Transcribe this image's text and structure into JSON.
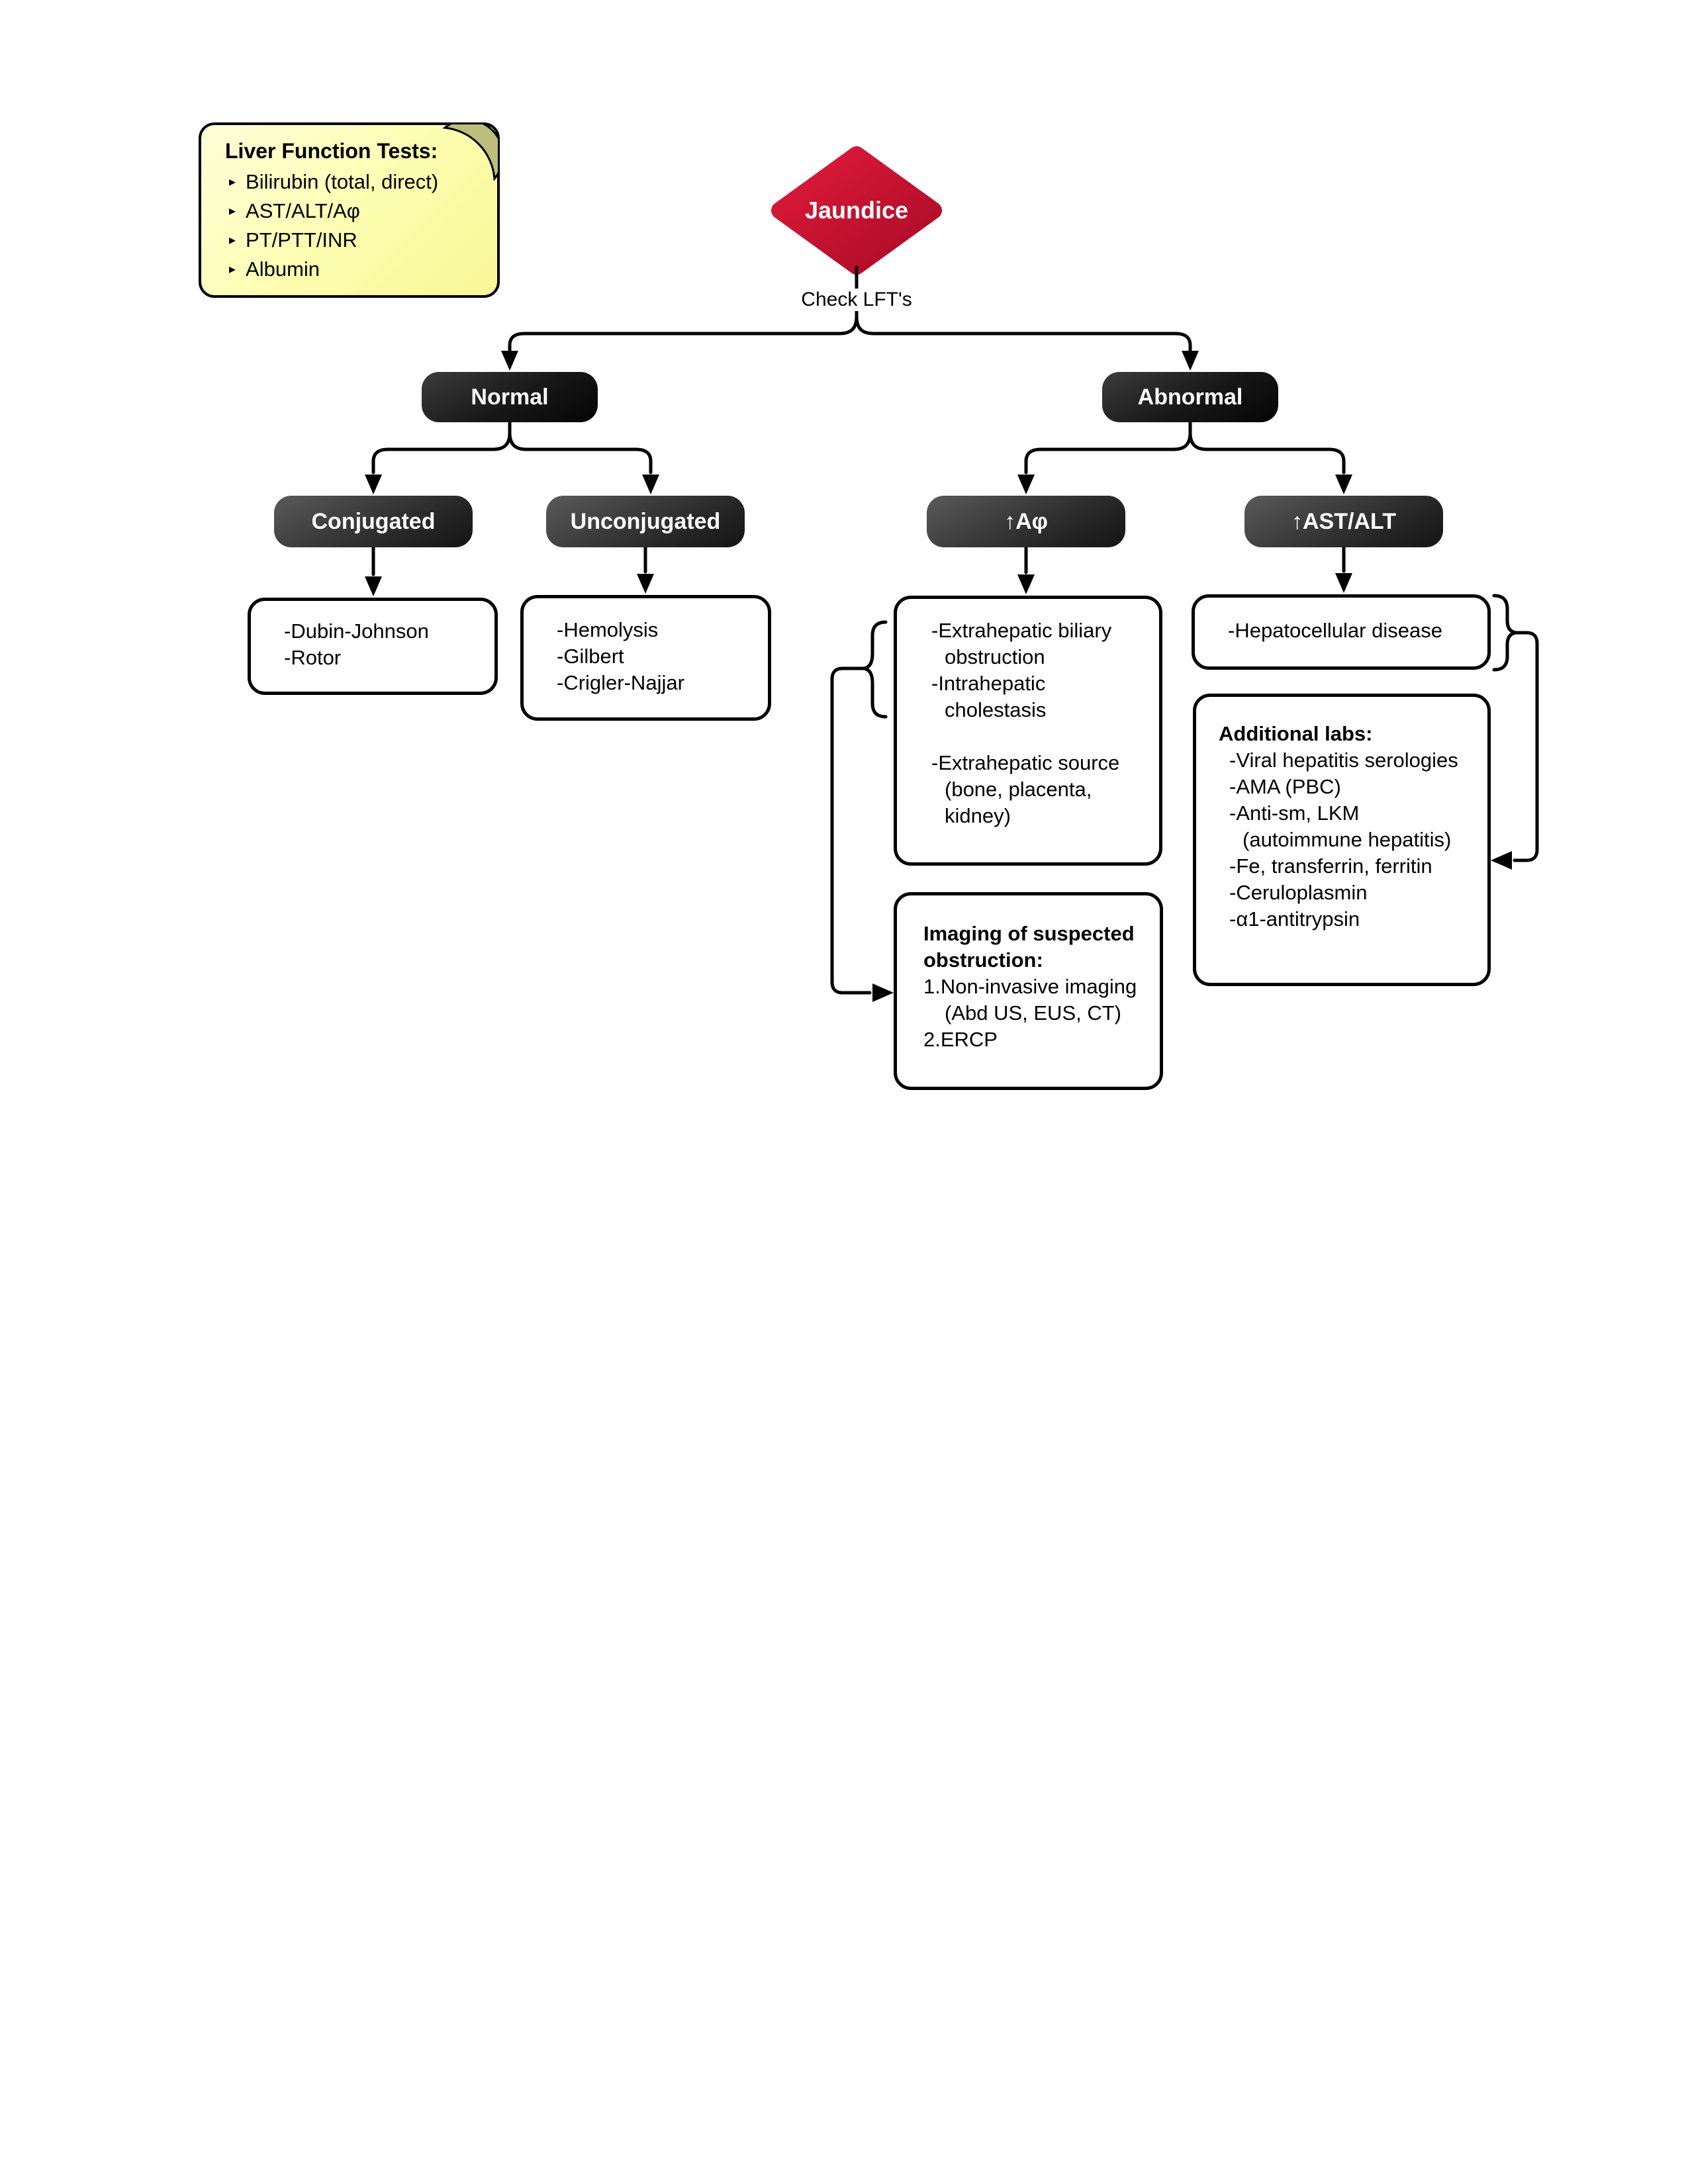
{
  "colors": {
    "diamond_red": "#c8102e",
    "node_dark": "#1a1a1a",
    "node_gray": "#3c3c3c",
    "note_yellow": "#fdfdaf",
    "note_fold_olive": "#bdbd7e",
    "line_black": "#000000"
  },
  "sticky_note": {
    "title": "Liver Function Tests:",
    "bullet": "▸",
    "items": [
      "Bilirubin (total, direct)",
      "AST/ALT/Aφ",
      "PT/PTT/INR",
      "Albumin"
    ]
  },
  "diamond": {
    "label": "Jaundice"
  },
  "edge_label": "Check LFT's",
  "nodes": {
    "normal": "Normal",
    "abnormal": "Abnormal",
    "conjugated": "Conjugated",
    "unconjugated": "Unconjugated",
    "alk_phos": "↑Aφ",
    "ast_alt": "↑AST/ALT"
  },
  "boxes": {
    "conjugated_causes": {
      "items": [
        "-Dubin-Johnson",
        "-Rotor"
      ]
    },
    "unconjugated_causes": {
      "items": [
        "-Hemolysis",
        "-Gilbert",
        "-Crigler-Najjar"
      ]
    },
    "alk_phos_causes": {
      "items": [
        "-Extrahepatic biliary obstruction",
        "-Intrahepatic cholestasis",
        "",
        "-Extrahepatic source (bone, placenta, kidney)"
      ]
    },
    "ast_alt_causes": {
      "items": [
        "-Hepatocellular disease"
      ]
    },
    "imaging": {
      "title": "Imaging of suspected obstruction:",
      "items": [
        "1.Non-invasive imaging (Abd US, EUS, CT)",
        "2.ERCP"
      ]
    },
    "additional_labs": {
      "title": "Additional labs:",
      "items": [
        "-Viral hepatitis serologies",
        "-AMA (PBC)",
        "-Anti-sm, LKM (autoimmune hepatitis)",
        "-Fe, transferrin, ferritin",
        "-Ceruloplasmin",
        "-α1-antitrypsin"
      ]
    }
  }
}
